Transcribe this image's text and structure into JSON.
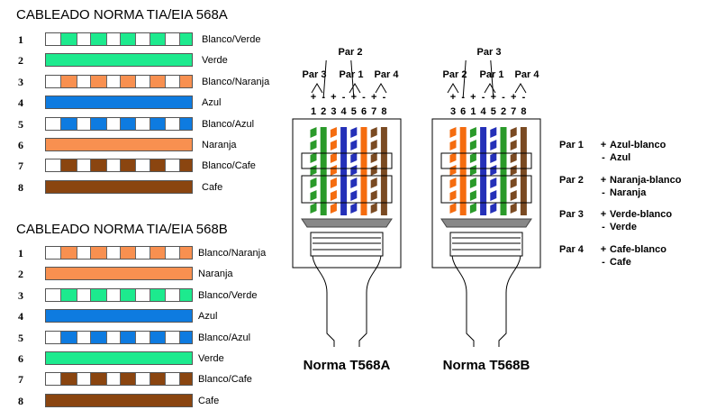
{
  "colors": {
    "green": "#1dea8e",
    "orange": "#f89050",
    "blue": "#0e7be0",
    "brown": "#8a4510",
    "plug_green": "#2a9a2a",
    "plug_orange": "#f56c0f",
    "plug_blue": "#2430b8",
    "plug_brown": "#7a4a22",
    "gray": "#888888"
  },
  "t568a": {
    "title": "CABLEADO NORMA TIA/EIA 568A",
    "rows": [
      {
        "num": "1",
        "color": "green",
        "striped": true,
        "label": "Blanco/Verde"
      },
      {
        "num": "2",
        "color": "green",
        "striped": false,
        "label": "Verde"
      },
      {
        "num": "3",
        "color": "orange",
        "striped": true,
        "label": "Blanco/Naranja"
      },
      {
        "num": "4",
        "color": "blue",
        "striped": false,
        "label": "Azul"
      },
      {
        "num": "5",
        "color": "blue",
        "striped": true,
        "label": "Blanco/Azul"
      },
      {
        "num": "6",
        "color": "orange",
        "striped": false,
        "label": "Naranja"
      },
      {
        "num": "7",
        "color": "brown",
        "striped": true,
        "label": "Blanco/Cafe"
      },
      {
        "num": "8",
        "color": "brown",
        "striped": false,
        "label": "Cafe"
      }
    ]
  },
  "t568b": {
    "title": "CABLEADO NORMA TIA/EIA 568B",
    "rows": [
      {
        "num": "1",
        "color": "orange",
        "striped": true,
        "label": "Blanco/Naranja"
      },
      {
        "num": "2",
        "color": "orange",
        "striped": false,
        "label": "Naranja"
      },
      {
        "num": "3",
        "color": "green",
        "striped": true,
        "label": "Blanco/Verde"
      },
      {
        "num": "4",
        "color": "blue",
        "striped": false,
        "label": "Azul"
      },
      {
        "num": "5",
        "color": "blue",
        "striped": true,
        "label": "Blanco/Azul"
      },
      {
        "num": "6",
        "color": "green",
        "striped": false,
        "label": "Verde"
      },
      {
        "num": "7",
        "color": "brown",
        "striped": true,
        "label": "Blanco/Cafe"
      },
      {
        "num": "8",
        "color": "brown",
        "striped": false,
        "label": "Cafe"
      }
    ]
  },
  "plug_a": {
    "caption": "Norma T568A",
    "pin_order": [
      "1",
      "2",
      "3",
      "4",
      "5",
      "6",
      "7",
      "8"
    ],
    "polarity": [
      "+",
      "-",
      "+",
      "-",
      "+",
      "-",
      "+",
      "-"
    ],
    "pairs": [
      {
        "label": "Par 3"
      },
      {
        "label": "Par 2"
      },
      {
        "label": "Par 1"
      },
      {
        "label": "Par 4"
      }
    ],
    "wires": [
      {
        "color": "plug_green",
        "striped": true
      },
      {
        "color": "plug_green",
        "striped": false
      },
      {
        "color": "plug_orange",
        "striped": true
      },
      {
        "color": "plug_blue",
        "striped": false
      },
      {
        "color": "plug_blue",
        "striped": true
      },
      {
        "color": "plug_orange",
        "striped": false
      },
      {
        "color": "plug_brown",
        "striped": true
      },
      {
        "color": "plug_brown",
        "striped": false
      }
    ]
  },
  "plug_b": {
    "caption": "Norma T568B",
    "pin_order": [
      "3",
      "6",
      "1",
      "4",
      "5",
      "2",
      "7",
      "8"
    ],
    "polarity": [
      "+",
      "-",
      "+",
      "-",
      "+",
      "-",
      "+",
      "-"
    ],
    "pairs": [
      {
        "label": "Par 2"
      },
      {
        "label": "Par 3"
      },
      {
        "label": "Par 1"
      },
      {
        "label": "Par 4"
      }
    ],
    "wires": [
      {
        "color": "plug_orange",
        "striped": true
      },
      {
        "color": "plug_orange",
        "striped": false
      },
      {
        "color": "plug_green",
        "striped": true
      },
      {
        "color": "plug_blue",
        "striped": false
      },
      {
        "color": "plug_blue",
        "striped": true
      },
      {
        "color": "plug_green",
        "striped": false
      },
      {
        "color": "plug_brown",
        "striped": true
      },
      {
        "color": "plug_brown",
        "striped": false
      }
    ]
  },
  "legend": [
    {
      "pair": "Par 1",
      "plus": "Azul-blanco",
      "minus": "Azul"
    },
    {
      "pair": "Par 2",
      "plus": "Naranja-blanco",
      "minus": "Naranja"
    },
    {
      "pair": "Par 3",
      "plus": "Verde-blanco",
      "minus": "Verde"
    },
    {
      "pair": "Par 4",
      "plus": "Cafe-blanco",
      "minus": "Cafe"
    }
  ]
}
